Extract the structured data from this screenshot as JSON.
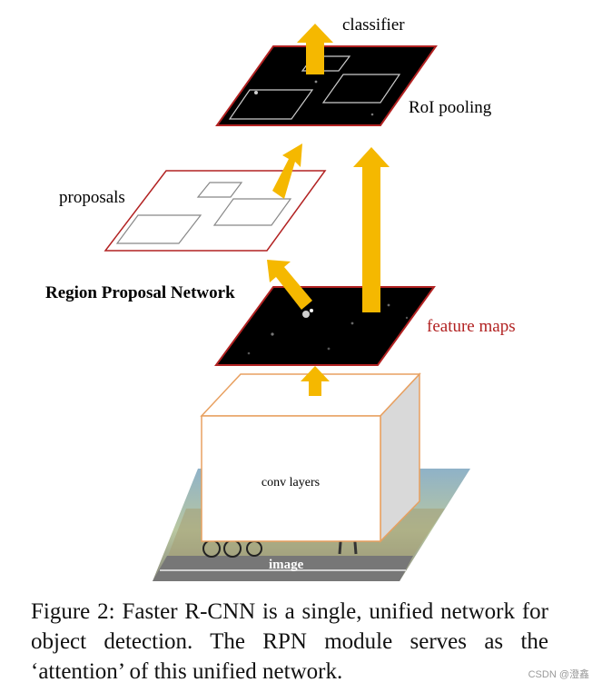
{
  "diagram": {
    "labels": {
      "classifier": "classifier",
      "roi_pooling": "RoI pooling",
      "proposals": "proposals",
      "rpn": "Region Proposal Network",
      "feature_maps": "feature maps",
      "conv_layers": "conv layers",
      "image": "image"
    },
    "colors": {
      "arrow": "#f5b800",
      "plane_border": "#b22222",
      "feature_map": "#000000",
      "box_border": "#e8a060",
      "box_side": "#d9d9d9",
      "feature_maps_label": "#b22222"
    }
  },
  "caption": {
    "text": "Figure 2: Faster R-CNN is a single, unified network for object detection. The RPN module serves as the ‘attention’ of this unified network."
  },
  "watermark": {
    "text": "CSDN @澄鑫"
  }
}
